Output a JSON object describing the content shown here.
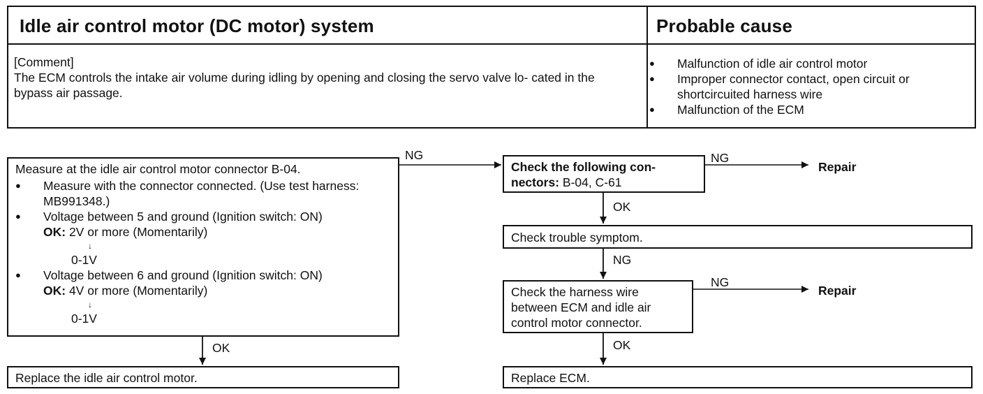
{
  "header": {
    "system_title": "Idle air control motor (DC motor) system",
    "cause_title": "Probable cause",
    "comment_label": "[Comment]",
    "comment_text": "The ECM controls the intake air volume during idling by opening and closing the servo valve lo- cated in the bypass air passage.",
    "causes": [
      "Malfunction of idle air control motor",
      "Improper connector contact, open circuit or shortcircuited harness wire",
      "Malfunction of the ECM"
    ]
  },
  "flow": {
    "measure": {
      "title": "Measure at the idle air control motor connector B-04.",
      "bullet1": "Measure with the connector connected. (Use test harness: MB991348.)",
      "bullet2": "Voltage between 5 and ground (Ignition switch: ON)",
      "ok_label": "OK:",
      "ok2_value": "2V or more (Momentarily)",
      "arrow": "↓",
      "ok2_after": "0-1V",
      "bullet3": "Voltage between 6 and ground (Ignition switch: ON)",
      "ok3_value": "4V or more (Momentarily)",
      "ok3_after": "0-1V"
    },
    "replace_iac": "Replace the idle air control motor.",
    "check_connectors_a": "Check the following con-",
    "check_connectors_b": "nectors:",
    "check_connectors_c": "B-04, C-61",
    "check_symptom": "Check trouble symptom.",
    "check_harness": "Check the harness wire between ECM and idle air control motor connector.",
    "replace_ecm": "Replace ECM.",
    "repair": "Repair",
    "ng": "NG",
    "ok": "OK"
  }
}
